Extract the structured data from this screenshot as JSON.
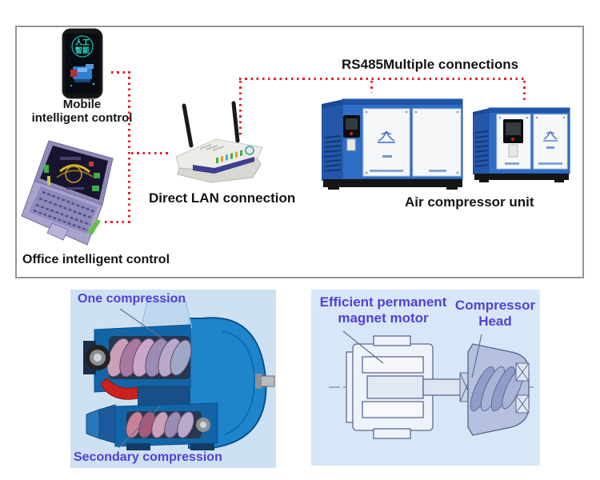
{
  "colors": {
    "connector_red": "#e81c2c",
    "label_purple": "#5340d6",
    "frame_border": "#949494",
    "compressor_blue": "#2e6fc5",
    "left_panel_bg": "#cde1f3",
    "right_panel_bg": "#d7e7f7"
  },
  "top_panel": {
    "labels": {
      "mobile_line1": "Mobile",
      "mobile_line2": "intelligent control",
      "office": "Office intelligent control",
      "router": "Direct LAN connection",
      "rs485": "RS485Multiple connections",
      "air_compressor": "Air compressor unit"
    },
    "phone_screen": {
      "line1": "人工",
      "line2": "智能"
    }
  },
  "bottom_left_panel": {
    "label_one": "One compression",
    "label_secondary": "Secondary compression"
  },
  "bottom_right_panel": {
    "motor_line1": "Efficient permanent",
    "motor_line2": "magnet motor",
    "head_line1": "Compressor",
    "head_line2": "Head"
  }
}
